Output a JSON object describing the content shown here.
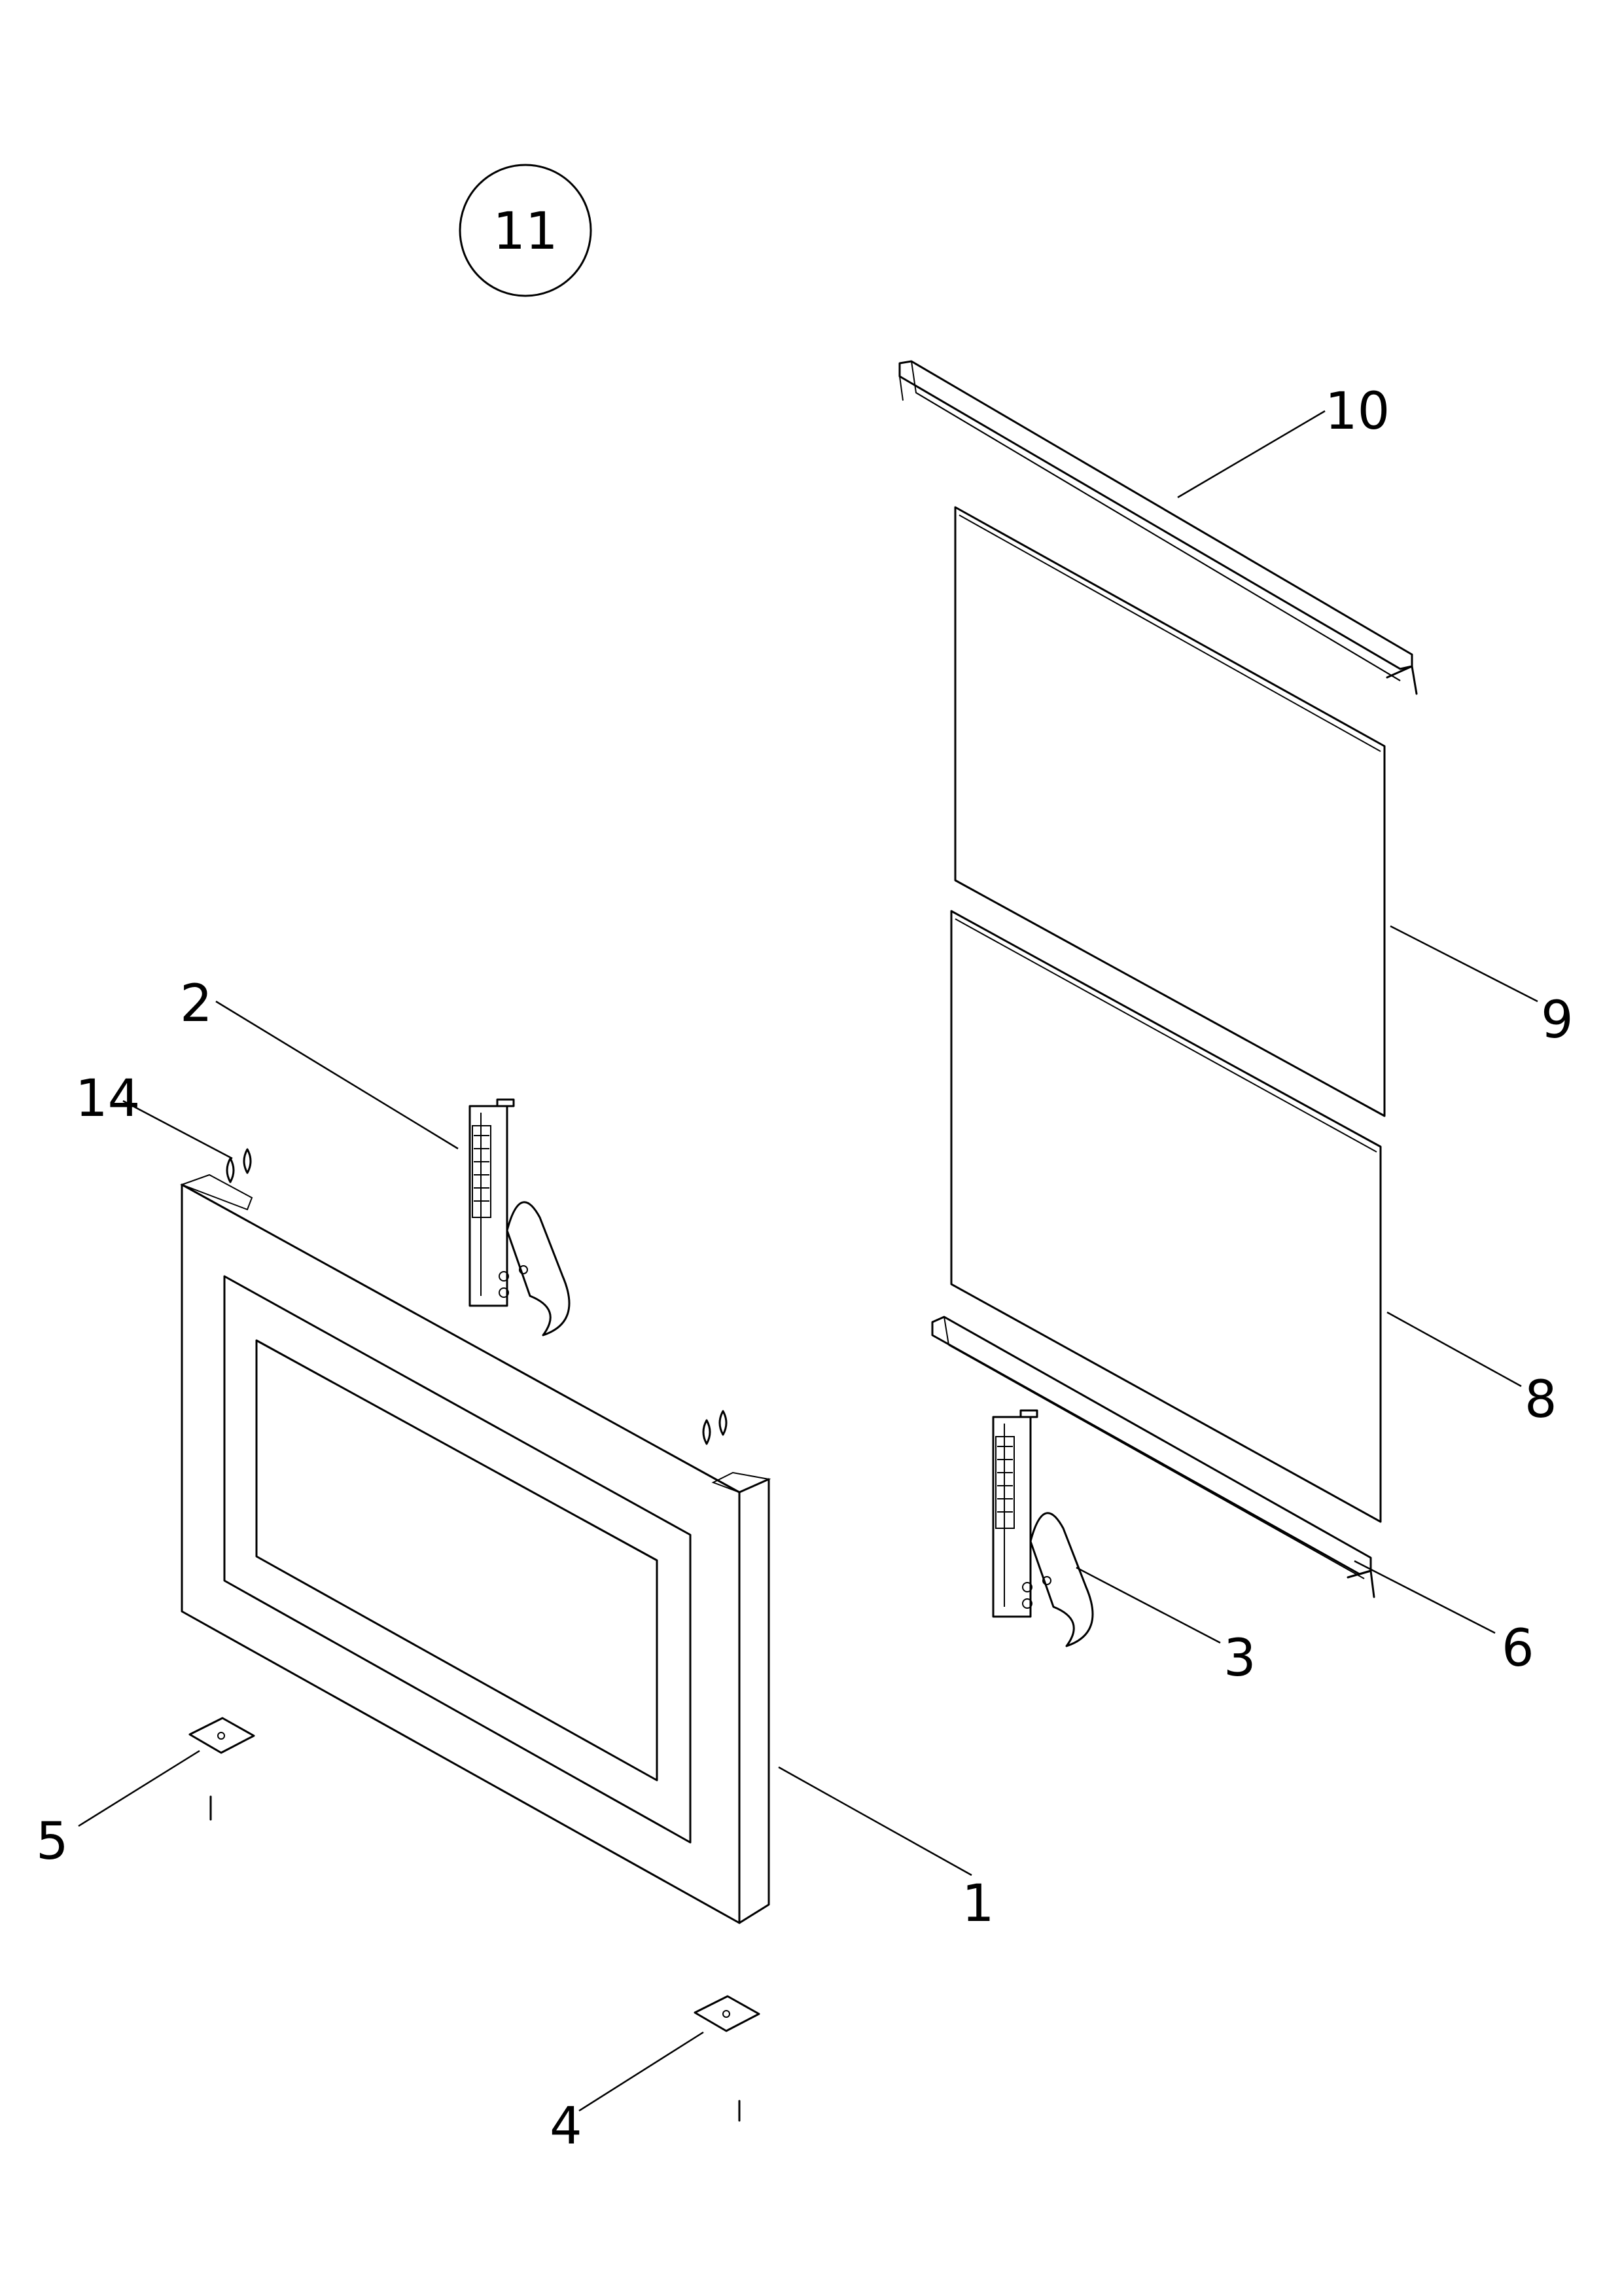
{
  "page": {
    "section_number": "11",
    "foreground": "#000000",
    "background": "#ffffff"
  },
  "callouts": {
    "c1": "1",
    "c2": "2",
    "c3": "3",
    "c4": "4",
    "c5": "5",
    "c6": "6",
    "c8": "8",
    "c9": "9",
    "c10": "10",
    "c14": "14"
  }
}
